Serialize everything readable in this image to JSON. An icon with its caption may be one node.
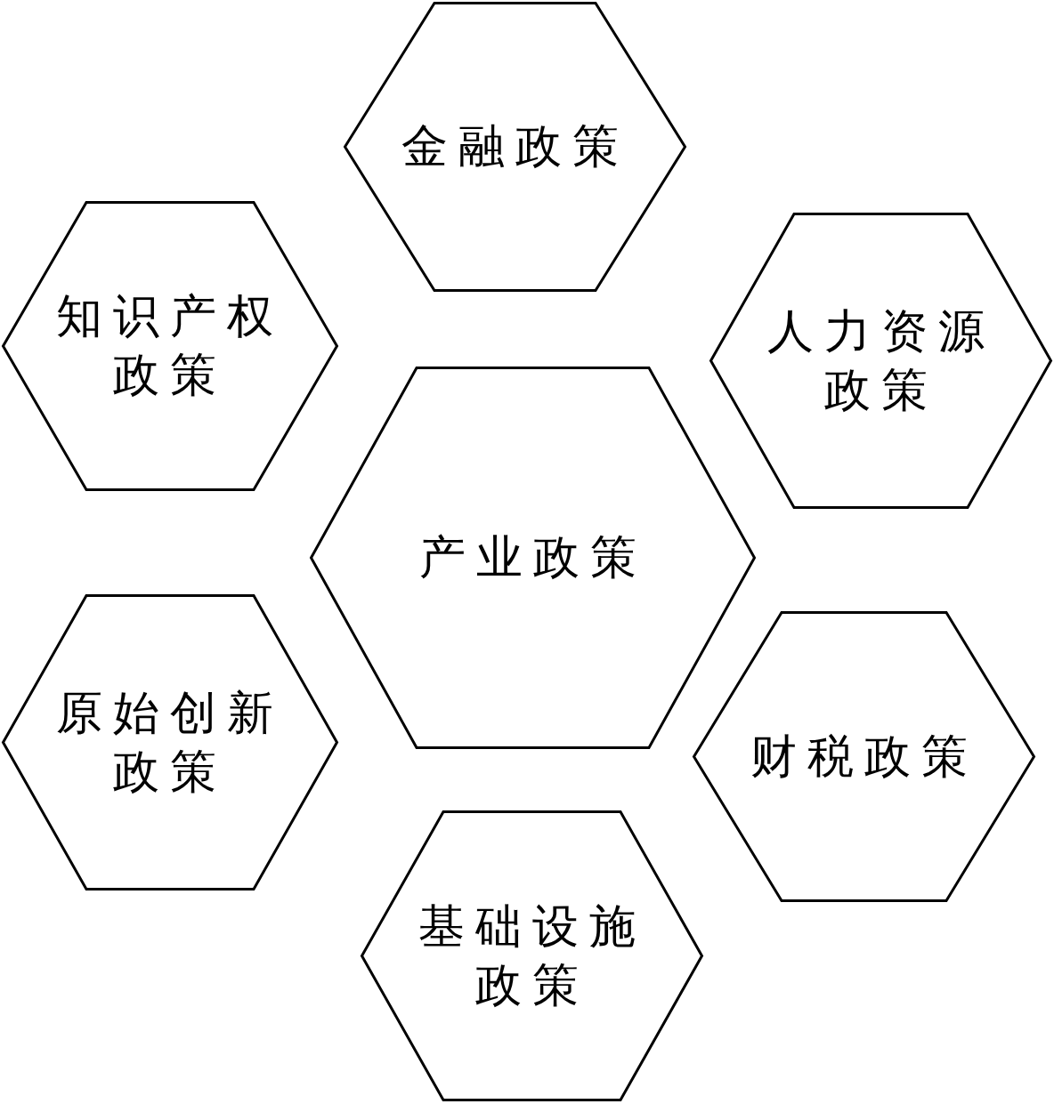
{
  "diagram": {
    "nodes": [
      {
        "text": [
          "金融政策"
        ]
      },
      {
        "text": [
          "知识产权政策"
        ]
      },
      {
        "text": [
          "人力资源政策"
        ]
      },
      {
        "text": [
          "产业政策"
        ]
      },
      {
        "text": [
          "原始创新政策"
        ]
      },
      {
        "text": [
          "财税政策"
        ]
      },
      {
        "text": [
          "基础设施政策"
        ]
      }
    ]
  }
}
